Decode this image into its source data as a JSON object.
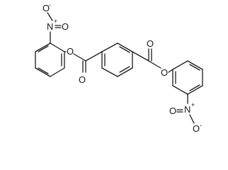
{
  "atoms": {
    "o_ester_left": "O",
    "o_ester_right": "O",
    "o_carbonyl_left": "O",
    "o_carbonyl_right": "O",
    "nitro_top": {
      "n": "N",
      "plus": "+",
      "o_a": "O",
      "o_b": "O",
      "minus": "-"
    },
    "nitro_bottom": {
      "n": "N",
      "plus": "+",
      "o_a": "O",
      "o_b": "O",
      "minus": "-"
    }
  }
}
